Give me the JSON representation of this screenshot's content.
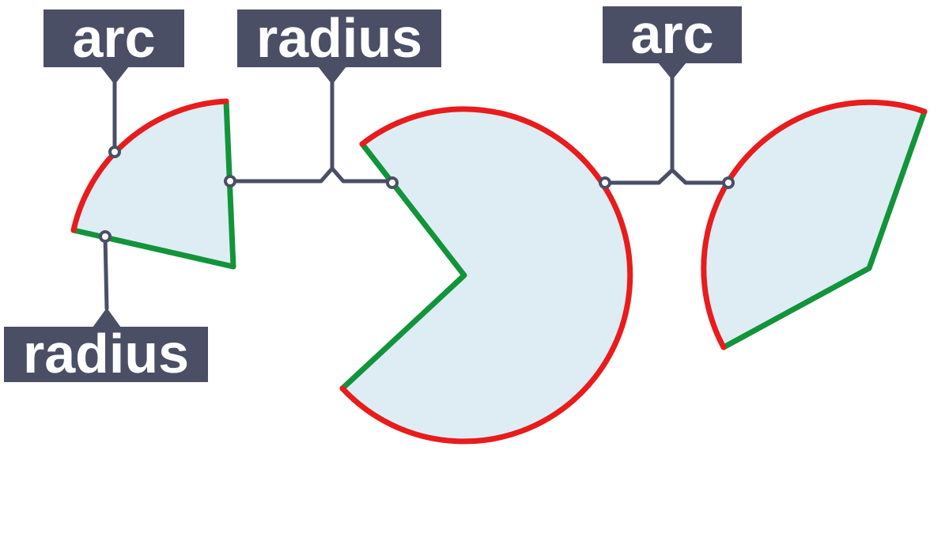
{
  "canvas": {
    "background": "#ffffff"
  },
  "colors": {
    "label_bg": "#4a4f66",
    "label_text": "#ffffff",
    "connector": "#4a4f66",
    "marker_fill": "#ffffff",
    "arc_red": "#e81c1c",
    "radius_green": "#12943a",
    "sector_fill": "#deedf3"
  },
  "labels": {
    "arc_left": {
      "text": "arc"
    },
    "radius_top": {
      "text": "radius"
    },
    "arc_right": {
      "text": "arc"
    },
    "radius_bottom": {
      "text": "radius"
    }
  },
  "figure": {
    "description": "Three sectors of circles on a white background. Each sector is filled pale blue; its curved boundary (arc) is highlighted red and its straight edges (radii) are highlighted green. Dark slate callout labels with pointer lines and small ring markers identify an arc and a radius on the small left sector, a radius shared pointer to the small and large sectors, and arcs on the large middle sector and the right sector.",
    "shapes": [
      {
        "name": "small-sector",
        "arc_color_meaning": "arc",
        "straight_edge_meaning": "radius",
        "approx_central_angle_deg": 75
      },
      {
        "name": "large-sector",
        "arc_color_meaning": "arc",
        "straight_edge_meaning": "radius",
        "approx_central_angle_deg": 265
      },
      {
        "name": "right-sector",
        "arc_color_meaning": "arc",
        "straight_edge_meaning": "radius",
        "approx_central_angle_deg": 138
      }
    ]
  }
}
